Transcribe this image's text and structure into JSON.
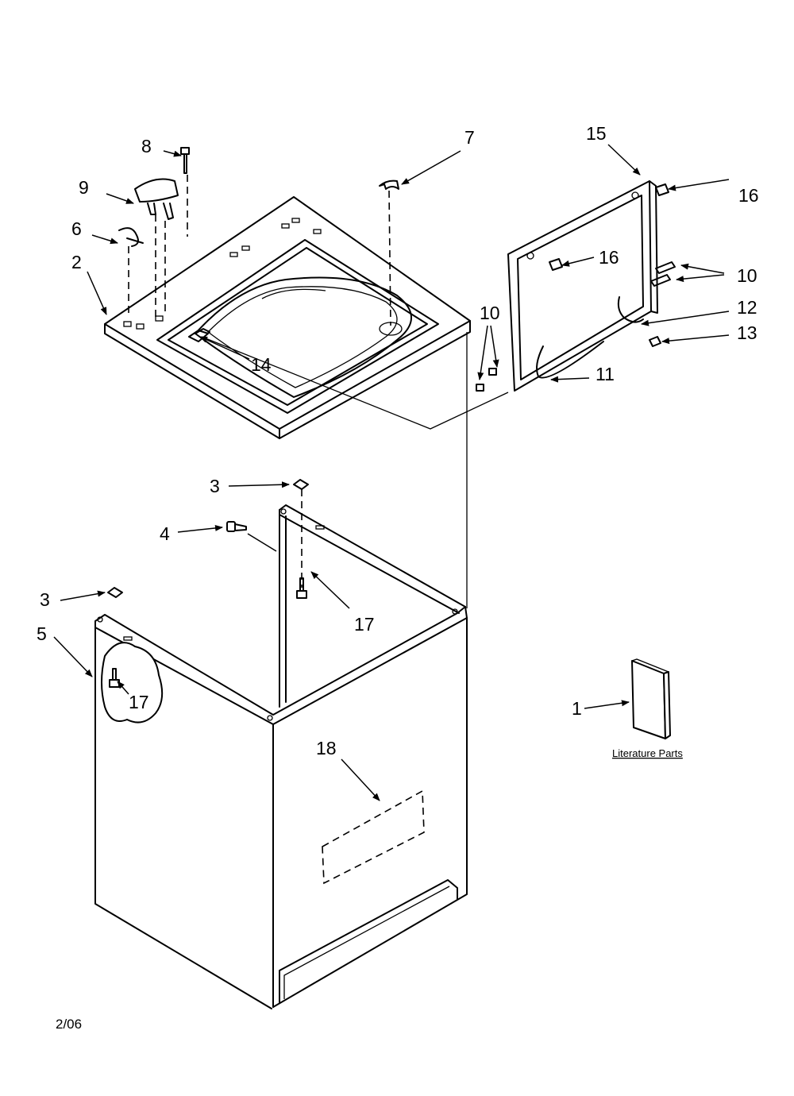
{
  "callouts": {
    "c1": "1",
    "c2": "2",
    "c3a": "3",
    "c3b": "3",
    "c4": "4",
    "c5": "5",
    "c6": "6",
    "c7": "7",
    "c8": "8",
    "c9": "9",
    "c10a": "10",
    "c10b": "10",
    "c11": "11",
    "c12": "12",
    "c13": "13",
    "c14": "14",
    "c15": "15",
    "c16a": "16",
    "c16b": "16",
    "c17a": "17",
    "c17b": "17",
    "c18": "18"
  },
  "literature_label": "Literature Parts",
  "date_code": "2/06"
}
